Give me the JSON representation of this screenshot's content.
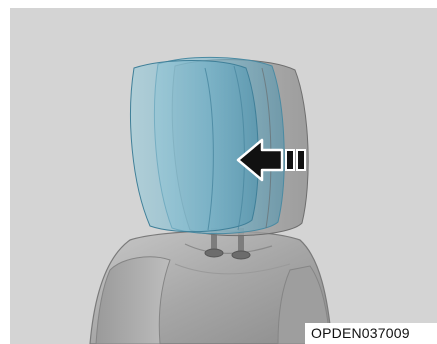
{
  "illustration": {
    "subject": "headrest-forward-adjustment",
    "arrow_direction": "forward",
    "colors": {
      "background": "#d4d4d4",
      "headrest_tint": "#6fb0c8",
      "seat_gray": "#a9a9a9",
      "arrow": "#111111"
    }
  },
  "figure_code": "OPDEN037009"
}
